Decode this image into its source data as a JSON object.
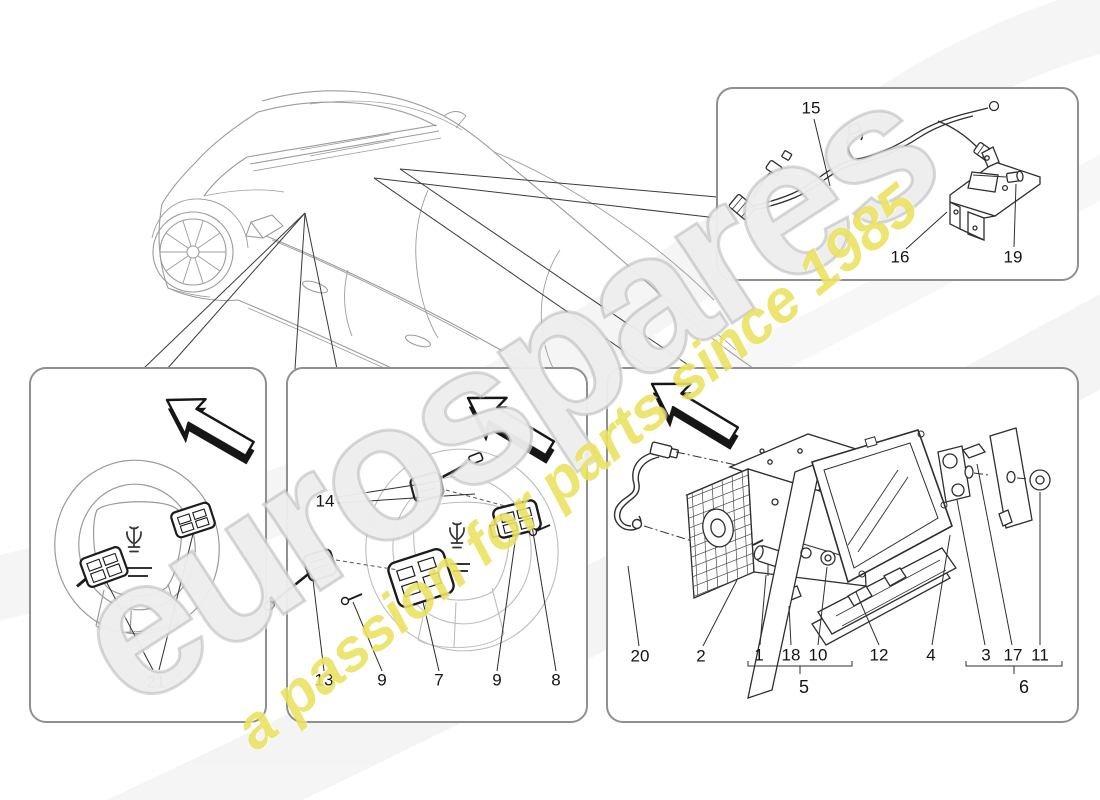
{
  "watermark": {
    "brand": "eurospares",
    "tagline": "a passion for parts since 1985",
    "brand_color": "#d8d8d8",
    "tagline_color": "#e7de4e"
  },
  "diagram": {
    "line_color": "#2e2e2e",
    "box_border_color": "#8f8f8f",
    "insets": {
      "antenna_harness": {
        "part_labels": [
          "15",
          "16",
          "19"
        ]
      },
      "wheel_buttons": {
        "part_labels": [
          "21"
        ]
      },
      "wheel_stalks": {
        "part_labels": [
          "14",
          "13",
          "9",
          "7",
          "9",
          "8"
        ]
      },
      "head_unit": {
        "part_labels": [
          "20",
          "2",
          "1",
          "18",
          "10",
          "12",
          "4",
          "3",
          "17",
          "11"
        ],
        "group_labels": [
          "5",
          "6"
        ]
      }
    }
  }
}
